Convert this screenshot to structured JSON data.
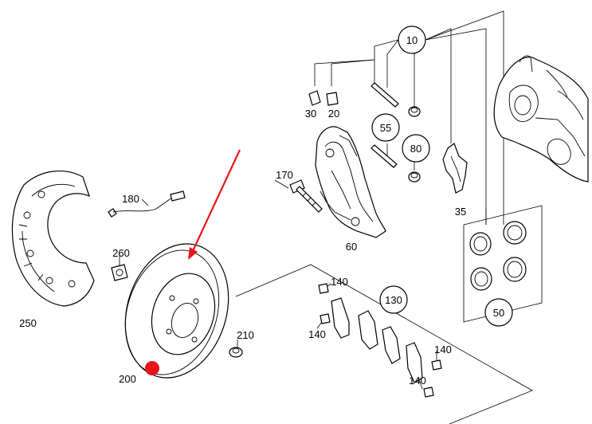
{
  "diagram": {
    "labels": {
      "p10": "10",
      "p20": "20",
      "p30": "30",
      "p35": "35",
      "p50": "50",
      "p55": "55",
      "p60": "60",
      "p80": "80",
      "p130": "130",
      "p140a": "140",
      "p140b": "140",
      "p140c": "140",
      "p140d": "140",
      "p170": "170",
      "p180": "180",
      "p200": "200",
      "p210": "210",
      "p250": "250",
      "p260": "260"
    },
    "annotations": {
      "arrow_color": "#e8141a",
      "marker_color": "#e8141a"
    }
  }
}
